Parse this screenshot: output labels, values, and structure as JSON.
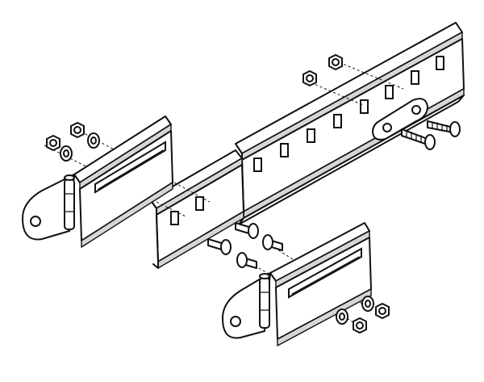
{
  "diagram": {
    "parts": [
      {
        "name": "long-rail"
      },
      {
        "name": "middle-splice-rail"
      },
      {
        "name": "upper-left-hinge-bracket"
      },
      {
        "name": "lower-right-hinge-bracket"
      },
      {
        "name": "link-plate"
      },
      {
        "name": "carriage-bolts"
      },
      {
        "name": "hex-nuts"
      },
      {
        "name": "flat-washers"
      }
    ],
    "colors": {
      "line": "#111111",
      "background": "#ffffff",
      "shade": "#d6d6d6"
    }
  }
}
